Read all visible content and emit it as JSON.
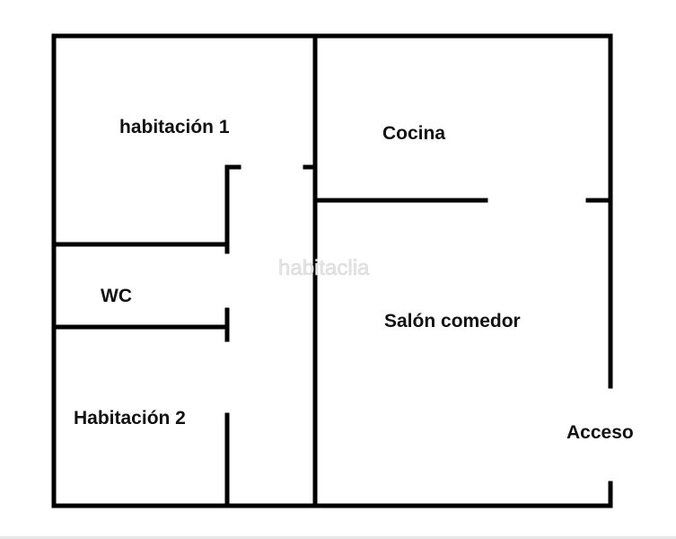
{
  "rooms": {
    "habitacion_1": "habitación 1",
    "cocina": "Cocina",
    "wc": "WC",
    "salon_comedor": "Salón comedor",
    "habitacion_2": "Habitación 2",
    "acceso": "Acceso"
  },
  "watermark": "habitaclia",
  "colors": {
    "wall": "#000000",
    "background": "#ffffff",
    "watermark": "#e6e6e6"
  }
}
